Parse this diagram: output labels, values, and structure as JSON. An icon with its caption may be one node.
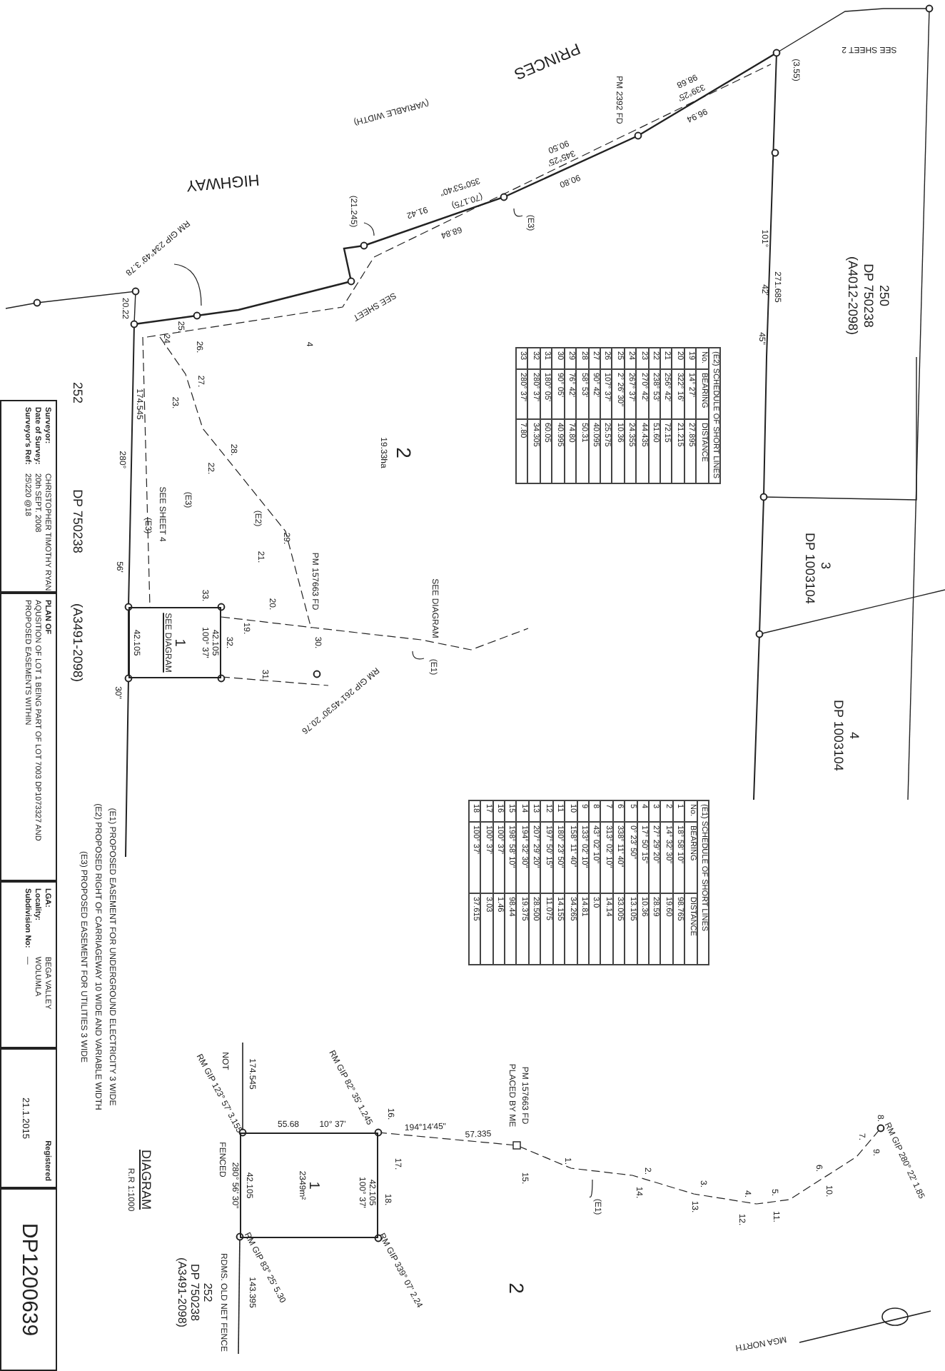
{
  "diagram": {
    "nodes": [
      {
        "text": [
          "Surveyor:",
          "CHRISTOPHER TIMOTHY RYAN",
          "Date of Survey:",
          "20th SEPT. 2008",
          "Surveyor's Ref:",
          "25\\220 @18"
        ]
      },
      {
        "text": [
          "PLAN OF",
          "AQUSITION OF LOT 1 BEING PART OF LOT 7003 DP1073327 AND PROPOSED EASEMENTS WITHIN"
        ]
      },
      {
        "text": [
          "LGA:",
          "BEGA VALLEY",
          "Locality:",
          "WOLUMLA",
          "Subdivision No:",
          "—"
        ]
      },
      {
        "text": [
          "Registered",
          "21.1.2015"
        ]
      },
      {
        "text": [
          "DP1200639"
        ]
      },
      {
        "text": [
          "1",
          "SEE DIAGRAM"
        ]
      },
      {
        "text": [
          "1",
          "2349m²"
        ]
      },
      {
        "text": [
          "(E1)"
        ]
      },
      {
        "text": [
          "(E1)"
        ]
      },
      {
        "text": [
          "(E3)"
        ]
      },
      {
        "text": [
          "(21.245)"
        ]
      },
      {
        "text": [
          "RM GIP 234°49' 3.78"
        ]
      }
    ],
    "edges": [
      {
        "from": 7,
        "to": null,
        "arrow": "none"
      },
      {
        "from": 8,
        "to": null,
        "arrow": "none"
      },
      {
        "from": 9,
        "to": null,
        "arrow": "none"
      },
      {
        "from": 10,
        "to": null,
        "arrow": "none"
      },
      {
        "from": 11,
        "to": null,
        "arrow": "none"
      }
    ],
    "labels": [
      "SEE SHEET 2",
      "PRINCES",
      "HIGHWAY",
      "(VARIABLE WIDTH)",
      "PM 2392 FD",
      "339°25'",
      "98.68",
      "96.94",
      "(3.55)",
      "345°25'",
      "90.50",
      "90.80",
      "350°53'40\"",
      "(70.175)",
      "91.42",
      "68.84",
      "20.22",
      "25.",
      "24.",
      "26.",
      "SEE SHEET",
      "101°",
      "42'",
      "45\"",
      "271.685",
      "250",
      "DP 750238",
      "(A4012-2098)",
      "3",
      "DP 1003104",
      "4",
      "DP 1003104",
      "2",
      "19.33ha",
      "252",
      "DP 750238",
      "(A3491-2098)",
      "174.545",
      "280°",
      "56'",
      "30\"",
      "27.",
      "23.",
      "28.",
      "22.",
      "(E3)",
      "SEE SHEET 4",
      "(E3)",
      "(E2)",
      "29.",
      "21.",
      "PM 157663 FD",
      "33.",
      "20.",
      "19.",
      "32.",
      "30.",
      "31.",
      "42.105",
      "42.105",
      "100° 37'",
      "RM GIP 261°45'30\" 20.76",
      "SEE DIAGRAM",
      "4",
      "(E2) SCHEDULE OF SHORT LINES",
      "No.",
      "BEARING",
      "DISTANCE",
      "19",
      "14° 27'",
      "27.895",
      "20",
      "322° 16'",
      "21.215",
      "21",
      "256° 42'",
      "72.15",
      "22",
      "238° 53'",
      "51.60",
      "23",
      "270° 42'",
      "44.435",
      "24",
      "267° 37'",
      "24.355",
      "25",
      "2° 26' 30\"",
      "10.36",
      "26",
      "107° 37'",
      "25.575",
      "27",
      "90° 42'",
      "40.095",
      "28",
      "58° 53'",
      "50.31",
      "29",
      "76° 42'",
      "74.80",
      "30",
      "90° 05'",
      "40.995",
      "31",
      "180° 05'",
      "60.05",
      "32",
      "280° 37'",
      "34.305",
      "33",
      "280° 37'",
      "7.80",
      "(E1) SCHEDULE OF SHORT LINES",
      "No.",
      "BEARING",
      "DISTANCE",
      "1",
      "18° 58' 10\"",
      "98.765",
      "2",
      "14° 32' 30\"",
      "19.60",
      "3",
      "27° 29' 20\"",
      "28.59",
      "4",
      "17° 50' 15\"",
      "10.36",
      "5",
      "0° 23' 50\"",
      "13.105",
      "6",
      "338° 11' 40\"",
      "33.005",
      "7",
      "313° 02' 10\"",
      "14.14",
      "8",
      "43° 02' 10\"",
      "3.0",
      "9",
      "133° 02' 10\"",
      "14.81",
      "10",
      "158° 11' 40\"",
      "34.265",
      "11",
      "180° 23' 50\"",
      "14.155",
      "12",
      "197° 50' 15\"",
      "11.075",
      "13",
      "207° 29' 20\"",
      "28.500",
      "14",
      "194° 32' 30\"",
      "19.375",
      "15",
      "198° 58' 10\"",
      "98.44",
      "16",
      "100° 37'",
      "1.46",
      "17",
      "100° 37'",
      "3.03",
      "18",
      "100° 37'",
      "37.615",
      "PM 157663 FD",
      "PLACED BY ME",
      "194°14'45\"",
      "57.335",
      "16.",
      "17.",
      "18.",
      "15.",
      "1.",
      "14.",
      "2.",
      "13.",
      "3.",
      "12.",
      "4.",
      "11.",
      "5.",
      "10.",
      "6.",
      "9.",
      "7.",
      "8.",
      "42.105",
      "100° 37'",
      "RM GIP 339° 07' 2.24",
      "2",
      "RM GIP 280° 22' 1.85",
      "MGA NORTH",
      "55.68",
      "10° 37'",
      "42.105",
      "280° 56' 30\"",
      "FENCED",
      "174.545",
      "NOT",
      "RM GIP 123° 57' 3.155",
      "RM GIP 82° 35' 1.245",
      "252",
      "DP 750238",
      "(A3491-2098)",
      "RDMS. OLD NET FENCE",
      "143.395",
      "RM GIP 83° 25' 5.30",
      "DIAGRAM",
      "R.R 1:1000",
      "(E1) PROPOSED EASEMENT FOR UNDERGROUND ELECTRICITY 3 WIDE",
      "(E2) PROPOSED RIGHT OF CARRIAGEWAY 10 WIDE AND VARIABLE WIDTH",
      "(E3) PROPOSED EASEMENT FOR UTILITIES 3 WIDE"
    ]
  }
}
